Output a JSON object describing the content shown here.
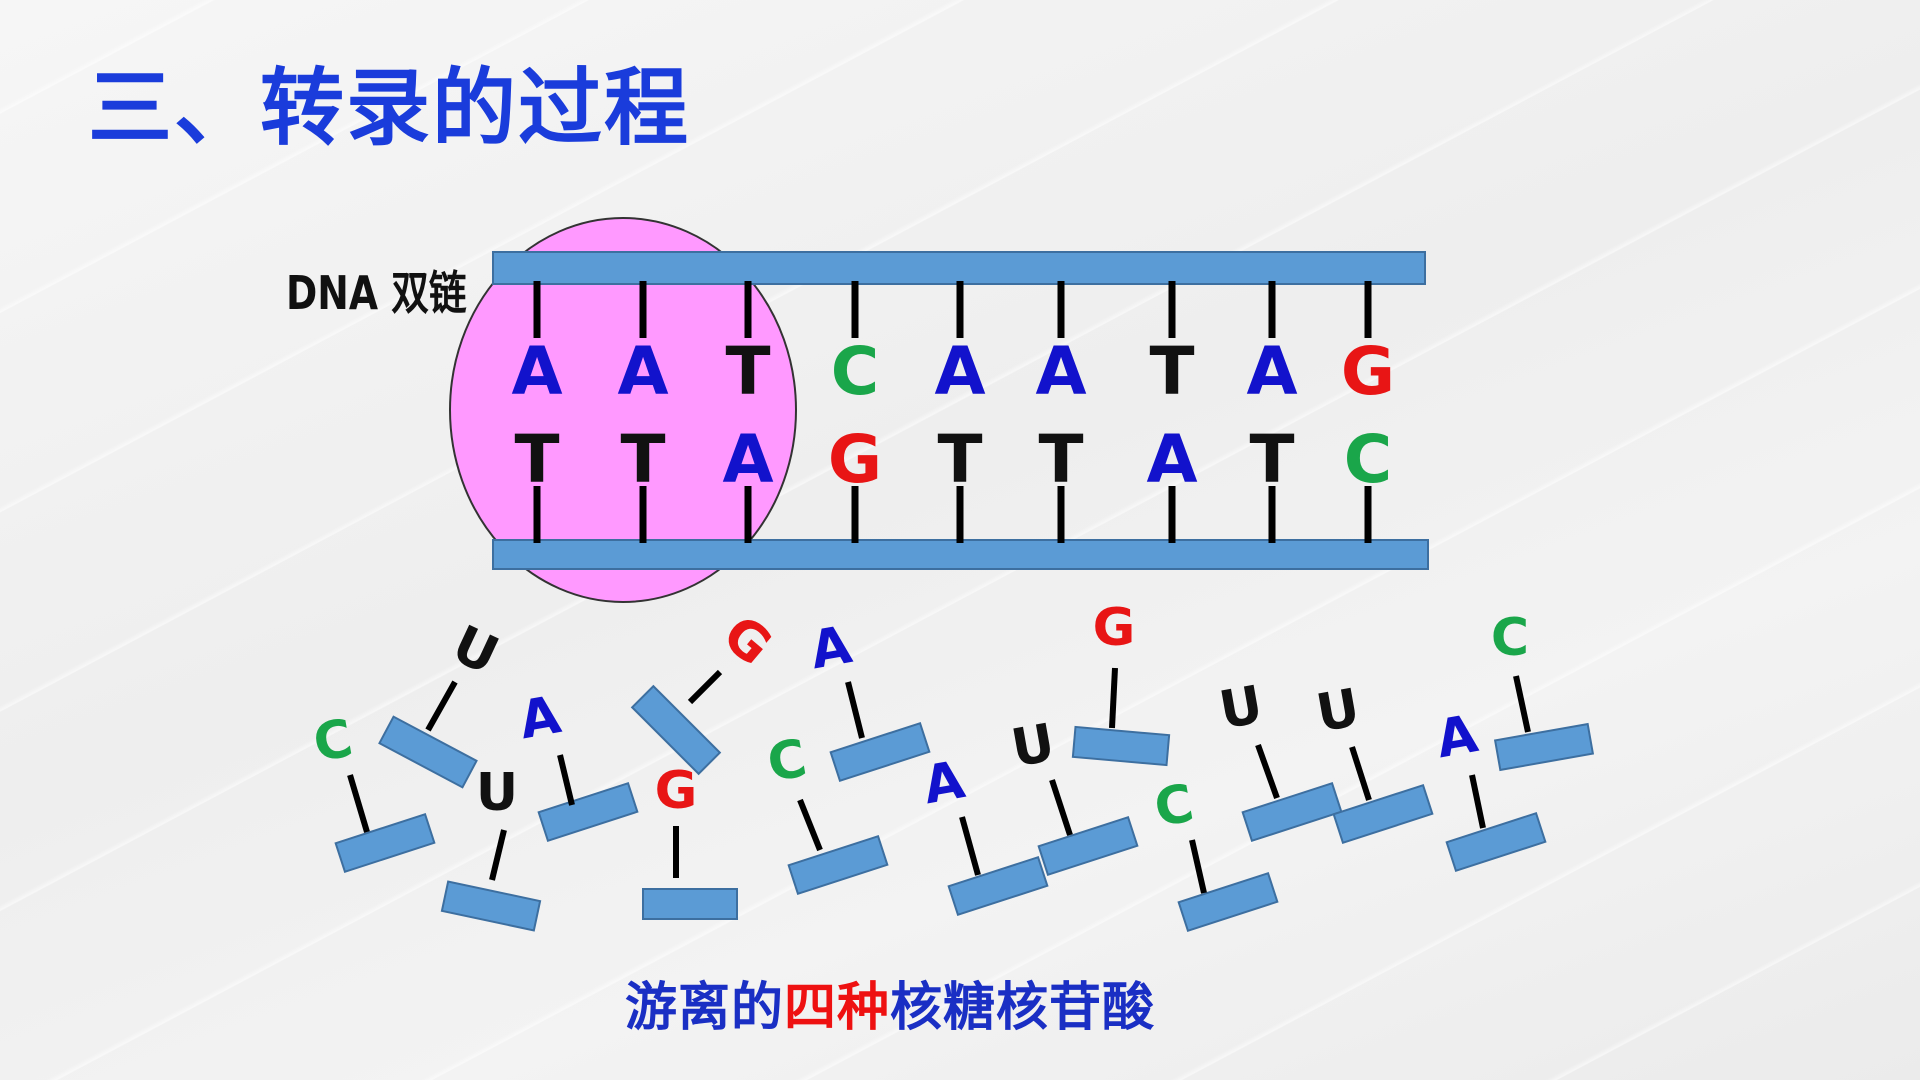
{
  "title": "三、转录的过程",
  "dna_label": "DNA 双链",
  "caption": {
    "part1": "游离的",
    "highlight": "四种",
    "part2": "核糖核苷酸"
  },
  "colors": {
    "A": "#1212cc",
    "T": "#111111",
    "C": "#1aa64a",
    "G": "#e81515",
    "U": "#111111",
    "strand": "#5b9bd5",
    "strand_border": "#3d6fa0",
    "bubble": "#ff99ff",
    "title": "#1a3cdb"
  },
  "dna": {
    "top_bases": [
      "A",
      "A",
      "T",
      "C",
      "A",
      "A",
      "T",
      "A",
      "G"
    ],
    "bottom_bases": [
      "T",
      "T",
      "A",
      "G",
      "T",
      "T",
      "A",
      "T",
      "C"
    ]
  },
  "free_nucleotides": [
    "C",
    "U",
    "A",
    "U",
    "G",
    "G",
    "C",
    "A",
    "A",
    "U",
    "G",
    "C",
    "U",
    "U",
    "A",
    "C"
  ]
}
